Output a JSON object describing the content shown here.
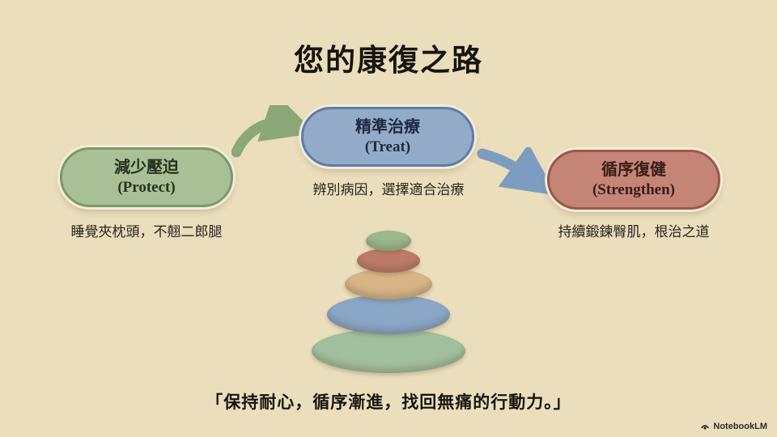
{
  "title": "您的康復之路",
  "steps": [
    {
      "name": "減少壓迫",
      "en": "(Protect)",
      "caption": "睡覺夾枕頭，不翹二郎腿",
      "fill": "#a9c096",
      "border": "#7b996a"
    },
    {
      "name": "精準治療",
      "en": "(Treat)",
      "caption": "辨別病因，選擇適合治療",
      "fill": "#93abc9",
      "border": "#5e7ca6"
    },
    {
      "name": "循序復健",
      "en": "(Strengthen)",
      "caption": "持續鍛鍊臀肌，根治之道",
      "fill": "#c48577",
      "border": "#9a594a"
    }
  ],
  "quote": "「保持耐心，循序漸進，找回無痛的行動力。」",
  "branding": "NotebookLM",
  "colors": {
    "background": "#ebdebc",
    "arrow_green": "#8aa878",
    "arrow_blue": "#7e9cc0",
    "stone_bottom_green": "#a2bf9d",
    "stone_blue": "#8aa6c6",
    "stone_tan": "#d7b586",
    "stone_red": "#bd7b6b",
    "stone_top_green": "#9cb98c"
  }
}
